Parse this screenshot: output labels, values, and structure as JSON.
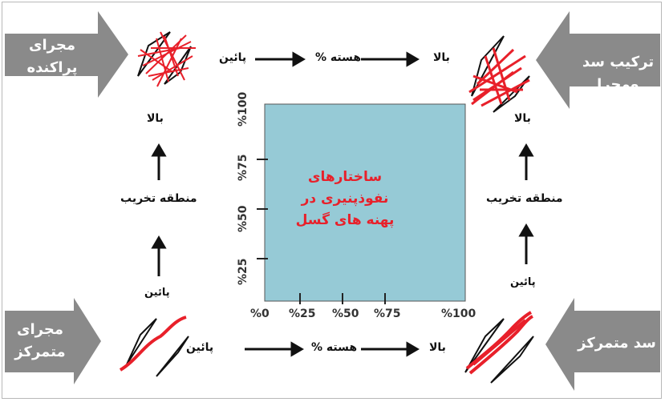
{
  "sources": {
    "top_left": "مجرای\nپراکنده",
    "top_right": "ترکیب سد\nومجرا",
    "bottom_left": "مجرای\nمتمرکز",
    "bottom_right": "سد متمرکز"
  },
  "center": "ساختارهای\nنفوذپنیری در\nپهنه های گسل",
  "top_row": {
    "low": "پائین",
    "mid": "هسته %",
    "high": "بالا"
  },
  "bottom_row": {
    "low": "پائین",
    "mid": "هسته %",
    "high": "بالا"
  },
  "left_col": {
    "low": "پائین",
    "mid": "منطقه تخریب",
    "high": "بالا"
  },
  "right_col": {
    "low": "پائین",
    "mid": "منطقه تخریب",
    "high": "بالا"
  },
  "x_ticks": [
    "%0",
    "%25",
    "%50",
    "%75",
    "%100"
  ],
  "y_ticks": [
    "%25",
    "%50",
    "%75",
    "%100"
  ],
  "colors": {
    "box": "#96cad6",
    "arrow": "#8a8a8a",
    "accent": "#e8202a"
  }
}
